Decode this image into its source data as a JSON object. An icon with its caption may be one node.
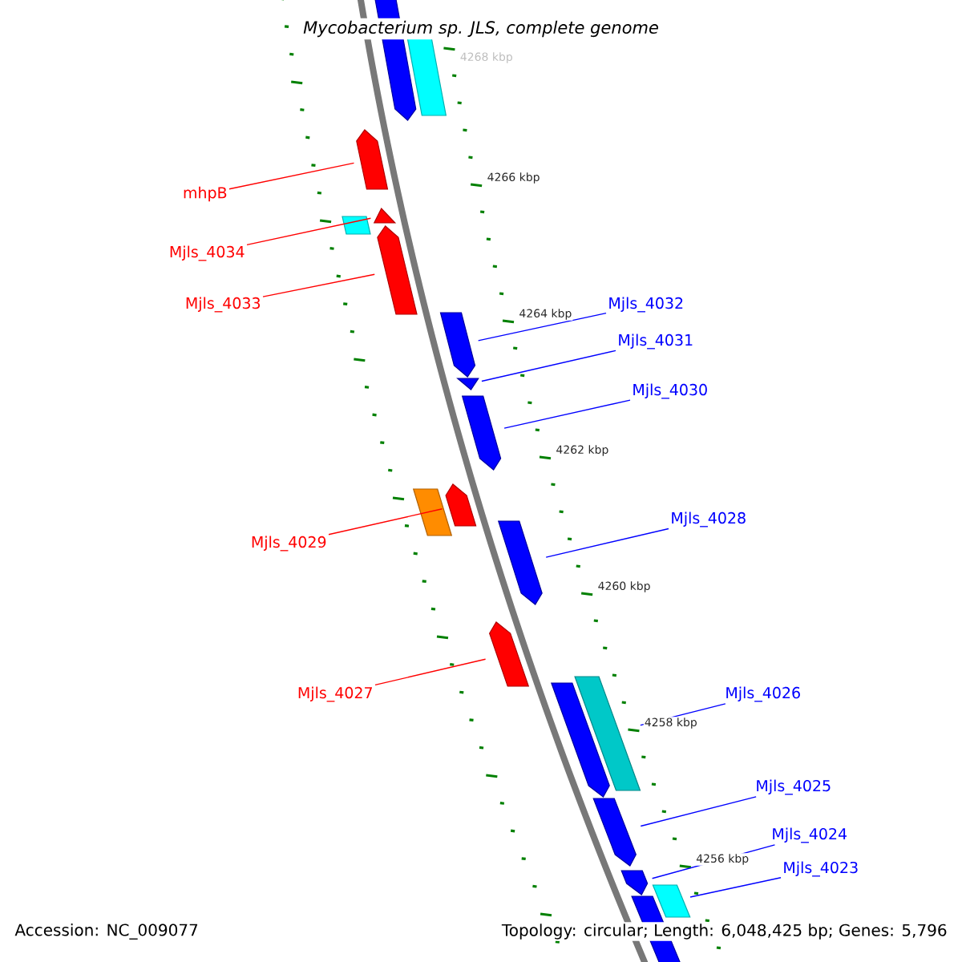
{
  "diagram": {
    "title": "Mycobacterium sp. JLS, complete genome",
    "nodes": [
      {
        "text": [],
        "shape": "arrow"
      },
      {
        "text": [],
        "shape": "box"
      },
      {
        "text": [],
        "shape": "arrow"
      },
      {
        "text": [],
        "shape": "box"
      },
      {
        "text": [],
        "shape": "arrow"
      },
      {
        "text": [],
        "shape": "arrow"
      },
      {
        "text": [],
        "shape": "arrow"
      },
      {
        "text": [],
        "shape": "arrow"
      },
      {
        "text": [],
        "shape": "arrow"
      },
      {
        "text": [],
        "shape": "box"
      },
      {
        "text": [],
        "shape": "arrow"
      },
      {
        "text": [],
        "shape": "arrow"
      },
      {
        "text": [],
        "shape": "arrow"
      },
      {
        "text": [],
        "shape": "arrow"
      },
      {
        "text": [],
        "shape": "box"
      },
      {
        "text": [],
        "shape": "arrow"
      },
      {
        "text": [],
        "shape": "arrow"
      },
      {
        "text": [],
        "shape": "box"
      },
      {
        "text": [],
        "shape": "arrow"
      },
      {
        "text": [
          "mhpB"
        ]
      },
      {
        "text": [
          "Mjls_4034"
        ]
      },
      {
        "text": [
          "Mjls_4033"
        ]
      },
      {
        "text": [
          "Mjls_4032"
        ]
      },
      {
        "text": [
          "Mjls_4031"
        ]
      },
      {
        "text": [
          "Mjls_4030"
        ]
      },
      {
        "text": [
          "Mjls_4029"
        ]
      },
      {
        "text": [
          "Mjls_4028"
        ]
      },
      {
        "text": [
          "Mjls_4027"
        ]
      },
      {
        "text": [
          "Mjls_4026"
        ]
      },
      {
        "text": [
          "Mjls_4025"
        ]
      },
      {
        "text": [
          "Mjls_4024"
        ]
      },
      {
        "text": [
          "Mjls_4023"
        ]
      }
    ],
    "edges": [
      {
        "from": 19,
        "to": 2,
        "arrow": "none",
        "color": "#ff0000"
      },
      {
        "from": 20,
        "to": 4,
        "arrow": "none",
        "color": "#ff0000"
      },
      {
        "from": 21,
        "to": 5,
        "arrow": "none",
        "color": "#ff0000"
      },
      {
        "from": 22,
        "to": 6,
        "arrow": "none"
      },
      {
        "from": 23,
        "to": 7,
        "arrow": "none"
      },
      {
        "from": 24,
        "to": 8,
        "arrow": "none"
      },
      {
        "from": 25,
        "to": 10,
        "arrow": "none",
        "color": "#ff0000"
      },
      {
        "from": 26,
        "to": 11,
        "arrow": "none"
      },
      {
        "from": 27,
        "to": 12,
        "arrow": "none",
        "color": "#ff0000"
      },
      {
        "from": 28,
        "to": 14,
        "arrow": "none"
      },
      {
        "from": 29,
        "to": 15,
        "arrow": "none"
      },
      {
        "from": 30,
        "to": 16,
        "arrow": "none"
      },
      {
        "from": 31,
        "to": 17,
        "arrow": "none"
      }
    ],
    "labels": [
      "4268 kbp",
      "4266 kbp",
      "4264 kbp",
      "4262 kbp",
      "4260 kbp",
      "4258 kbp",
      "4256 kbp",
      "Accession: NC_009077",
      "Topology: circular; Length: 6,048,425 bp; Genes: 5,796"
    ]
  }
}
